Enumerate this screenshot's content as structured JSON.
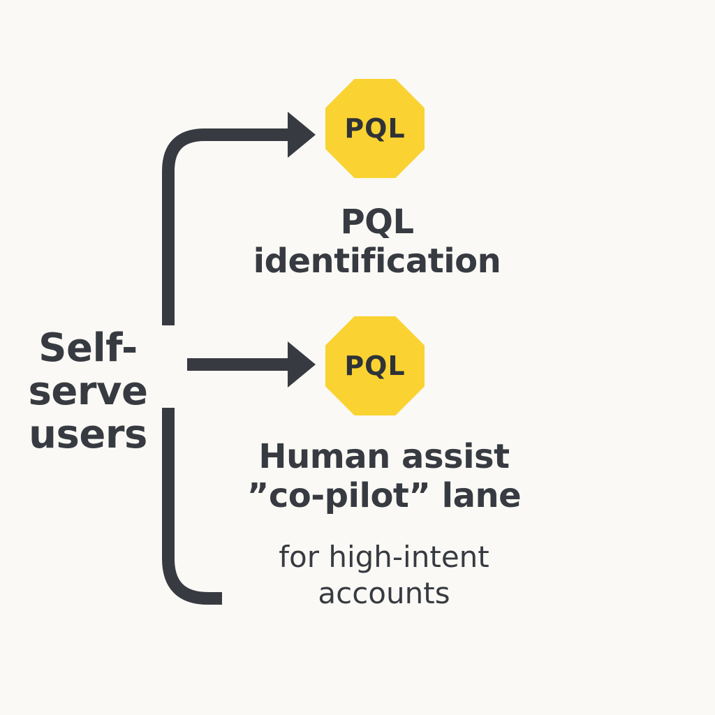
{
  "source": {
    "lines": [
      "Self-",
      "serve",
      "users"
    ]
  },
  "lanes": [
    {
      "badge_text": "PQL",
      "title_lines": [
        "PQL",
        "identification"
      ]
    },
    {
      "badge_text": "PQL",
      "title_lines": [
        "Human assist",
        "”co-pilot” lane"
      ],
      "note_lines": [
        "for high-intent",
        "accounts"
      ]
    }
  ],
  "colors": {
    "background": "#faf9f5",
    "badge_fill": "#fad332",
    "text": "#373b41",
    "connector": "#373b41"
  }
}
